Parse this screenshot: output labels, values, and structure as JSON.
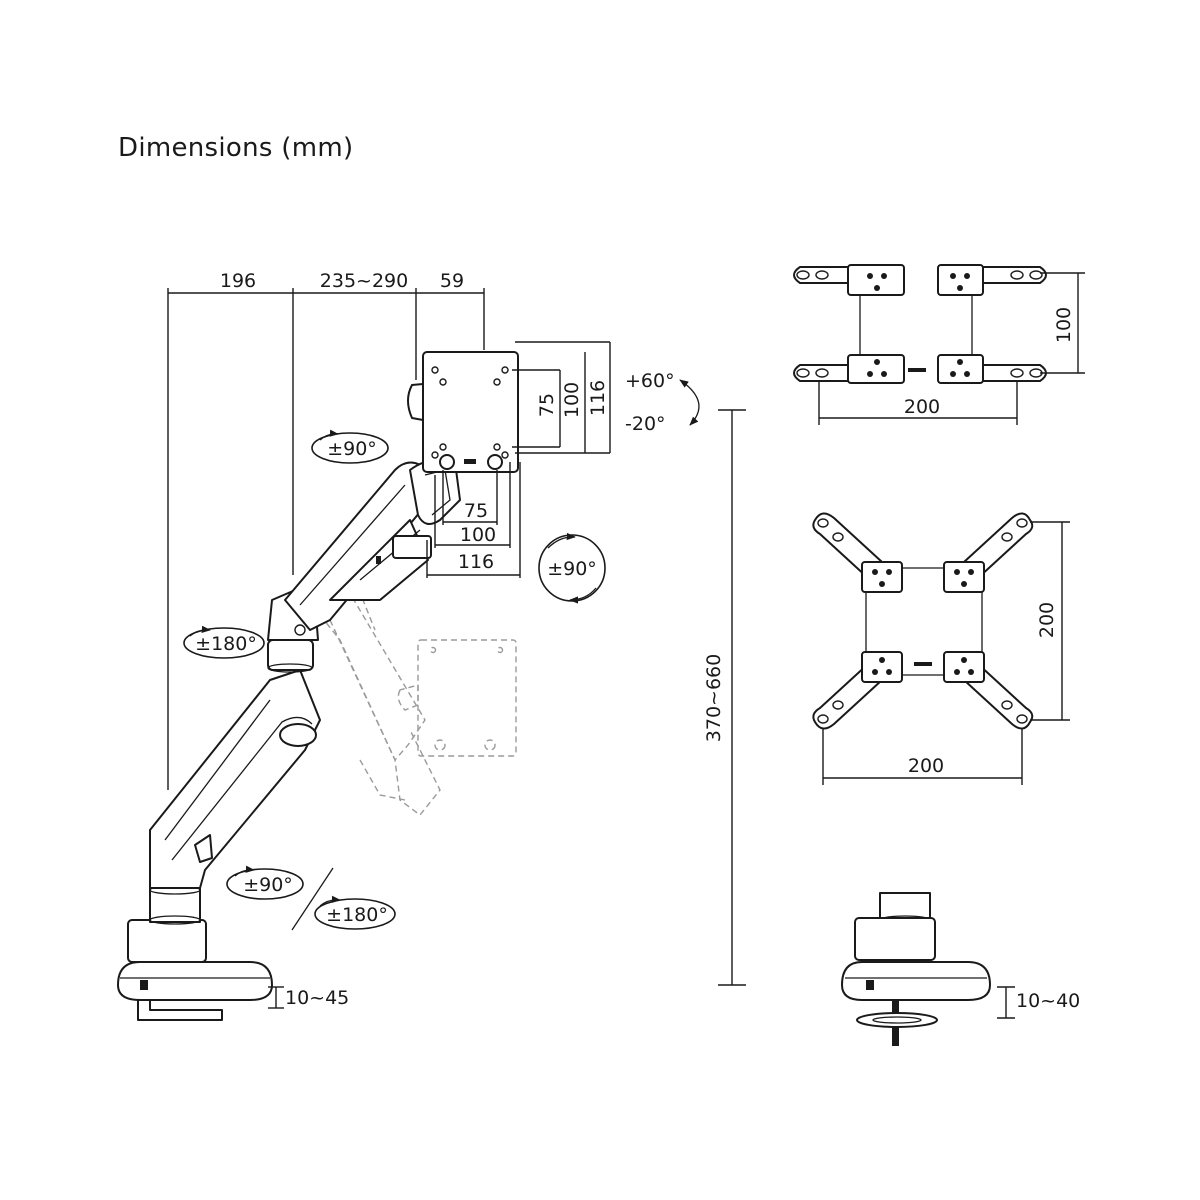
{
  "title": "Dimensions (mm)",
  "arm": {
    "horizontal_dims": [
      "196",
      "235~290",
      "59"
    ],
    "vesa_vertical_dims": [
      "75",
      "100",
      "116"
    ],
    "vesa_horizontal_dims": [
      "75",
      "100",
      "116"
    ],
    "height_range": "370~660",
    "tilt_up": "+60°",
    "tilt_down": "-20°",
    "rotations": {
      "head_swivel": "±90°",
      "rotate": "±90°",
      "elbow_swivel": "±180°",
      "base_swivel": "±90°",
      "base_rotate": "±180°"
    },
    "desk_clamp_range": "10~45"
  },
  "adapter_straight": {
    "height": "100",
    "width": "200"
  },
  "adapter_cross": {
    "height": "200",
    "width": "200"
  },
  "grommet_base": {
    "desk_range": "10~40"
  }
}
